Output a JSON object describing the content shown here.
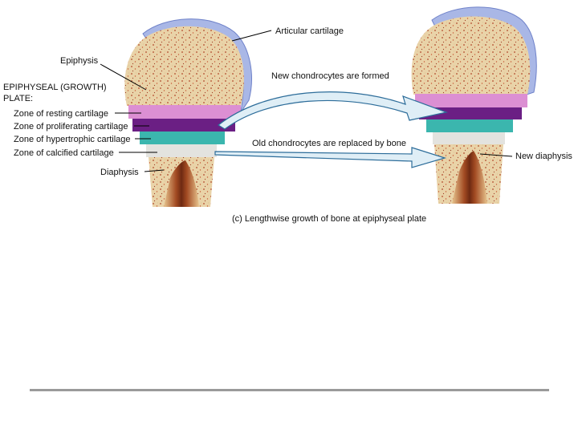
{
  "labels": {
    "articular_cartilage": "Articular cartilage",
    "epiphysis": "Epiphysis",
    "growth_plate_line1": "EPIPHYSEAL (GROWTH)",
    "growth_plate_line2": "PLATE:",
    "zone_resting": "Zone of resting cartilage",
    "zone_proliferating": "Zone of proliferating cartilage",
    "zone_hypertrophic": "Zone of hypertrophic cartilage",
    "zone_calcified": "Zone of calcified cartilage",
    "diaphysis": "Diaphysis",
    "new_chondrocytes": "New chondrocytes are formed",
    "old_chondrocytes": "Old chondrocytes are replaced by bone",
    "new_diaphysis": "New diaphysis",
    "caption": "(c) Lengthwise growth of bone at epiphyseal plate"
  },
  "colors": {
    "spongy_bone": "#e9d3a8",
    "bone_dots": "#b0462a",
    "articular_cartilage": "#a9b7e6",
    "zone_resting": "#dc8fd3",
    "zone_proliferating": "#6b1f84",
    "zone_hypertrophic": "#3bb6ae",
    "zone_calcified": "#e3e3df",
    "arrow_fill": "#dfeef6",
    "arrow_stroke": "#2d6d9a",
    "marrow": "#7e3318",
    "footer_rule": "#9a9a9a"
  }
}
